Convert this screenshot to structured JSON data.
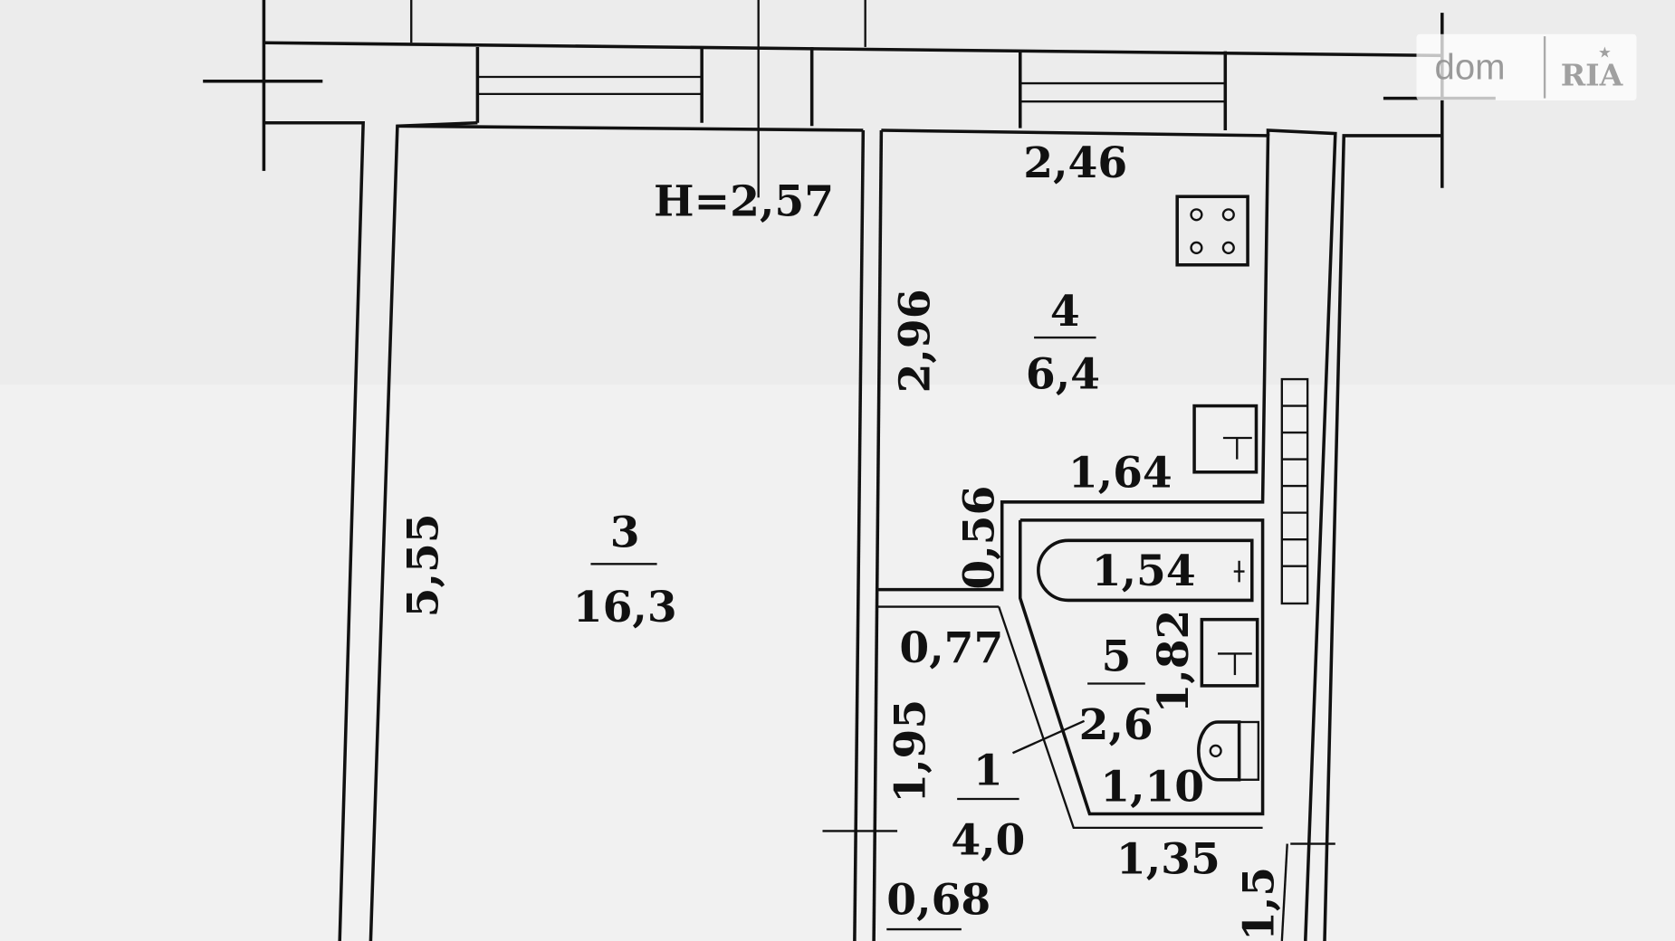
{
  "plan": {
    "ceiling_height": "H=2,57",
    "rooms": [
      {
        "number": "3",
        "area": "16,3"
      },
      {
        "number": "4",
        "area": "6,4"
      },
      {
        "number": "5",
        "area": "2,6"
      },
      {
        "number": "1",
        "area": "4,0"
      }
    ],
    "dimensions": {
      "kitchen_width": "2,46",
      "kitchen_length": "2,96",
      "room_length": "5,55",
      "kitchen_lower_width": "1,64",
      "bath_offset": "0,56",
      "bathtub": "1,54",
      "hall_width_top": "0,77",
      "bath_length": "1,82",
      "hall_length": "1,95",
      "bath_bottom": "1,10",
      "hall_bottom": "1,35",
      "entry_width": "0,68",
      "partial_right": "1,5"
    }
  },
  "logo": {
    "text": "dom",
    "brand": "RIA",
    "color": "#9a9a9a"
  }
}
